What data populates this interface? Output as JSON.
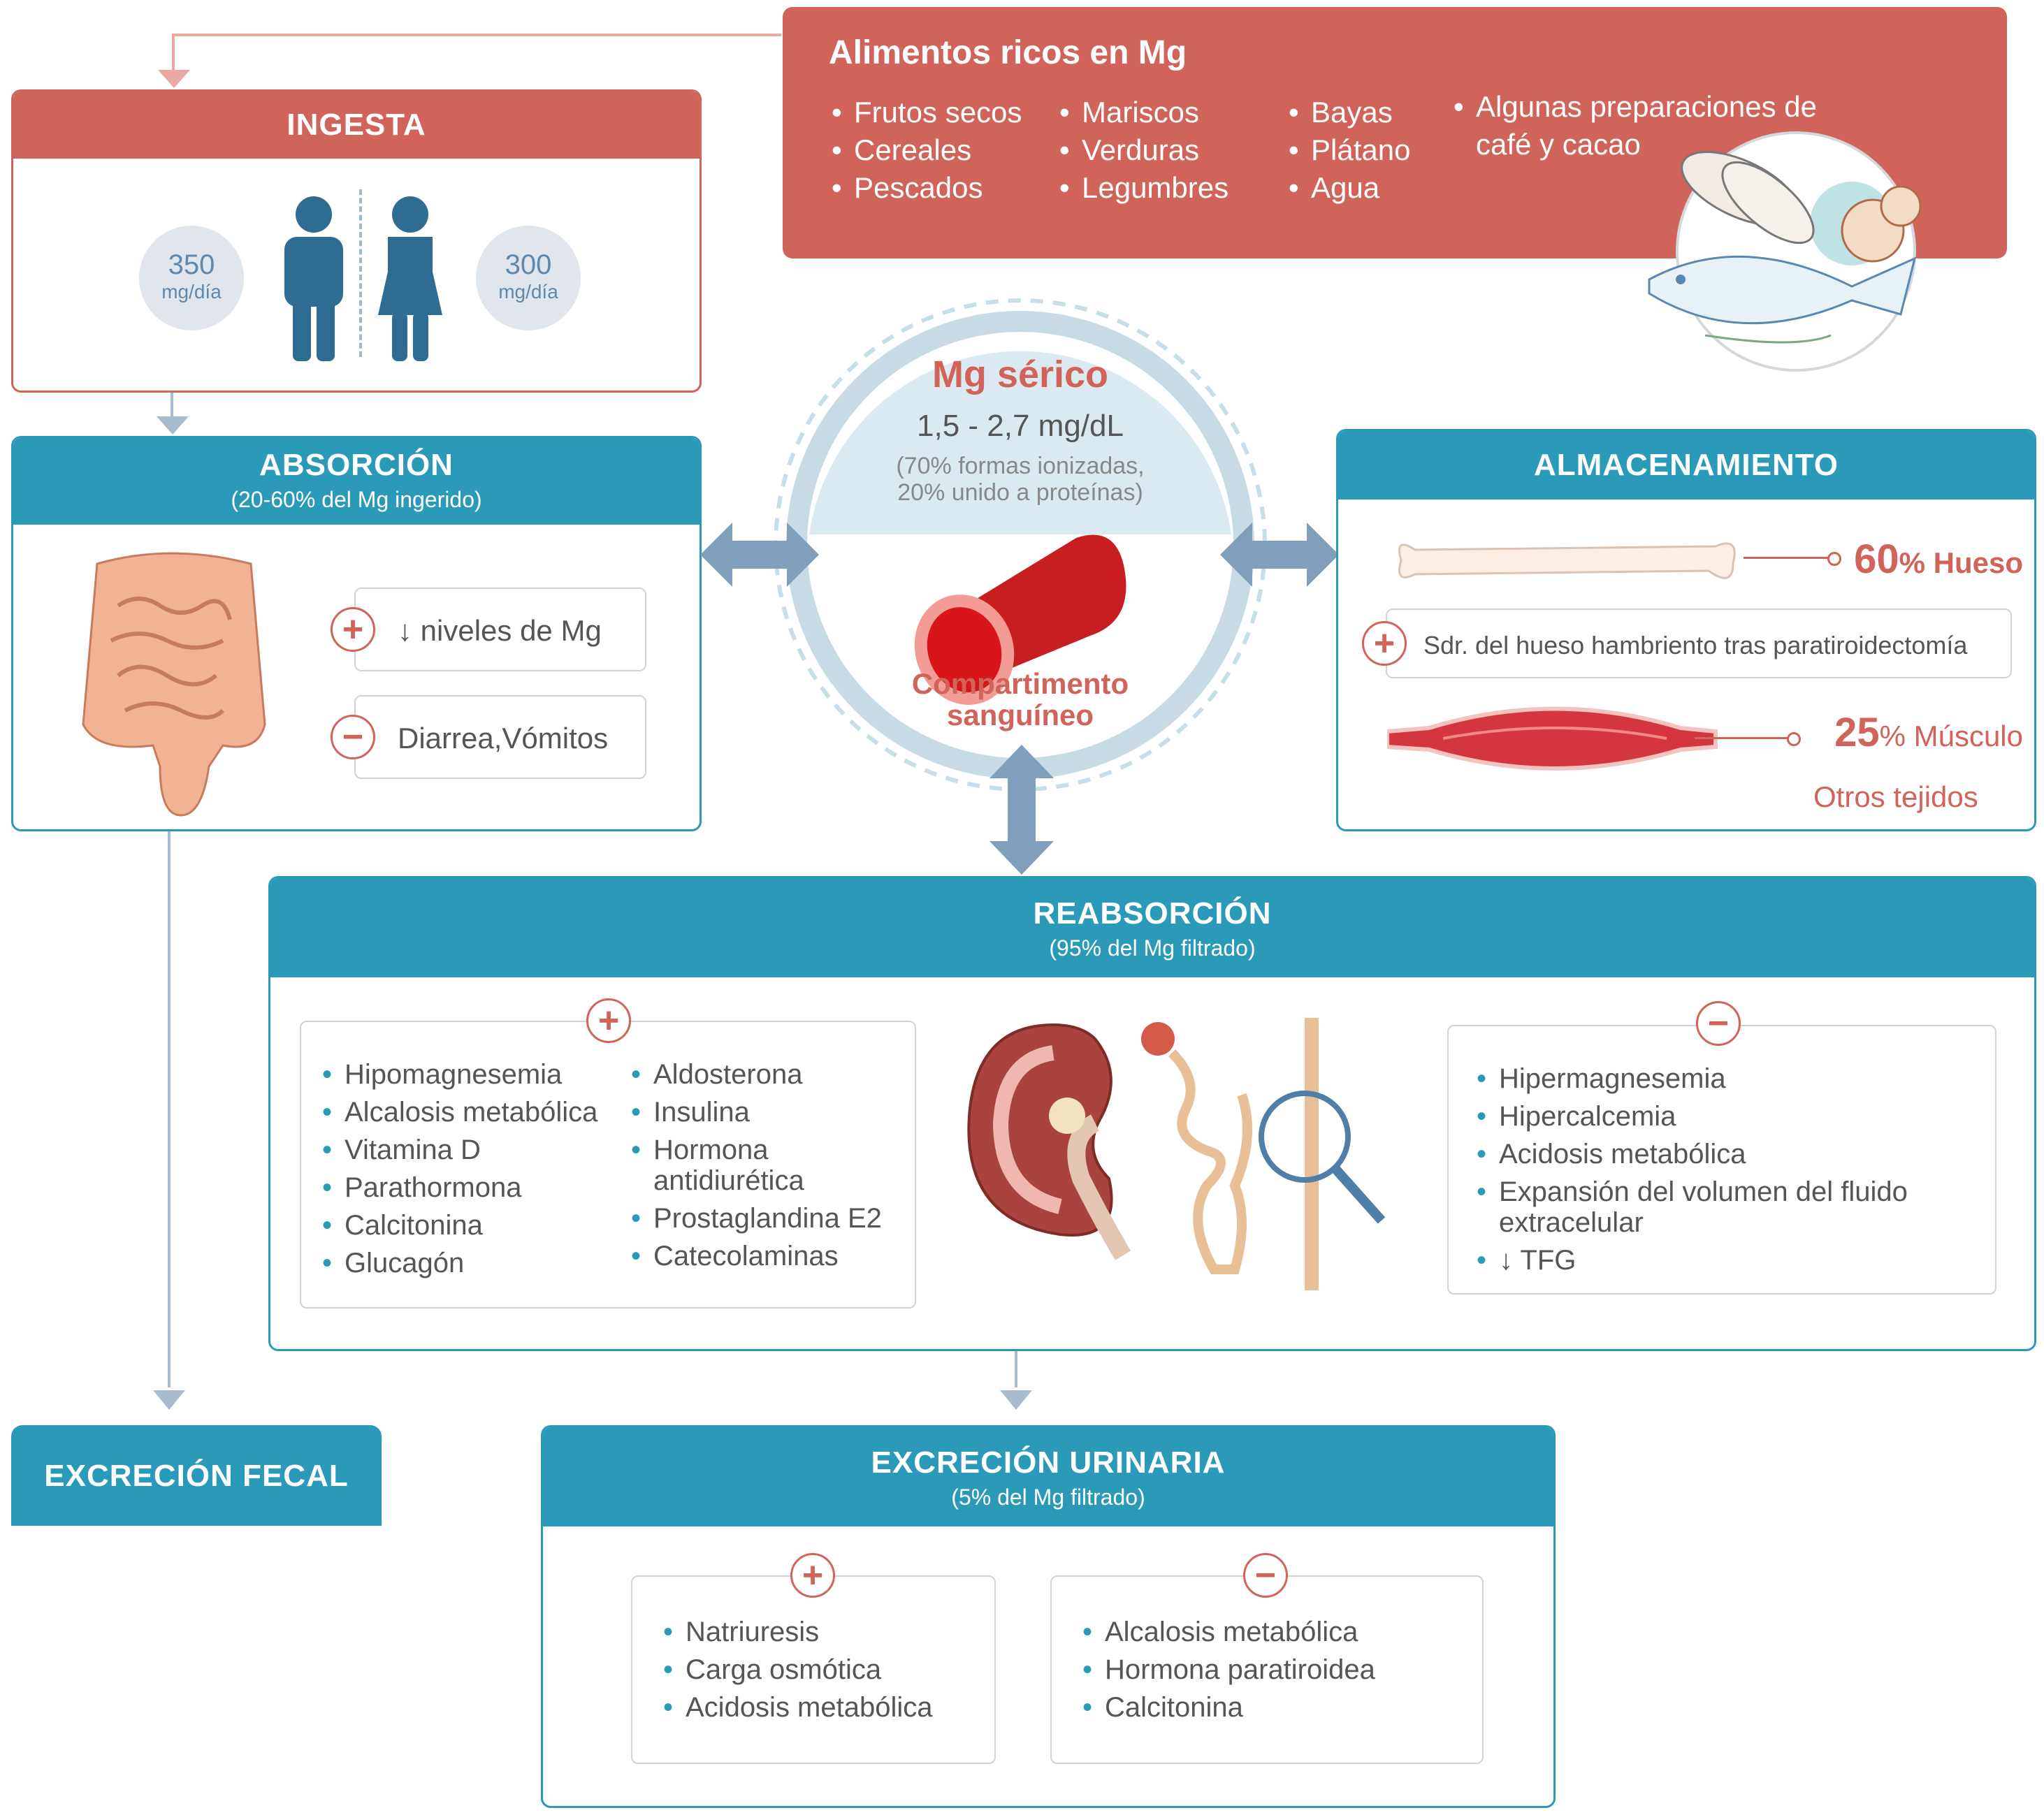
{
  "foods": {
    "title": "Alimentos ricos en Mg",
    "col1": [
      "Frutos secos",
      "Cereales",
      "Pescados"
    ],
    "col2": [
      "Mariscos",
      "Verduras",
      "Legumbres"
    ],
    "col3": [
      "Bayas",
      "Plátano",
      "Agua"
    ],
    "col4": [
      "Algunas preparaciones de café y cacao"
    ]
  },
  "ingesta": {
    "title": "INGESTA",
    "male_value": "350",
    "female_value": "300",
    "unit": "mg/día"
  },
  "absorcion": {
    "title": "ABSORCIÓN",
    "subtitle": "(20-60% del Mg ingerido)",
    "plus_item": "↓ niveles de Mg",
    "minus_item": "Diarrea,Vómitos"
  },
  "serum": {
    "title": "Mg sérico",
    "range": "1,5 - 2,7 mg/dL",
    "note1": "(70% formas ionizadas,",
    "note2": "20% unido a proteínas)",
    "compartment1": "Compartimento",
    "compartment2": "sanguíneo"
  },
  "almacenamiento": {
    "title": "ALMACENAMIENTO",
    "bone_pct": "60",
    "bone_label": "% Hueso",
    "bone_note": "Sdr. del hueso hambriento tras paratiroidectomía",
    "muscle_pct": "25",
    "muscle_label": "% Músculo",
    "other": "Otros tejidos"
  },
  "reabsorcion": {
    "title": "REABSORCIÓN",
    "subtitle": "(95% del Mg filtrado)",
    "plus_col1": [
      "Hipomagnesemia",
      "Alcalosis metabólica",
      "Vitamina D",
      "Parathormona",
      "Calcitonina",
      "Glucagón"
    ],
    "plus_col2": [
      "Aldosterona",
      "Insulina",
      "Hormona antidiurética",
      "Prostaglandina E2",
      "Catecolaminas"
    ],
    "minus": [
      "Hipermagnesemia",
      "Hipercalcemia",
      "Acidosis metabólica",
      "Expansión del volumen del fluido extracelular",
      "↓ TFG"
    ]
  },
  "fecal": {
    "title": "EXCRECIÓN FECAL"
  },
  "urinaria": {
    "title": "EXCRECIÓN URINARIA",
    "subtitle": "(5% del Mg filtrado)",
    "plus": [
      "Natriuresis",
      "Carga osmótica",
      "Acidosis metabólica"
    ],
    "minus": [
      "Alcalosis metabólica",
      "Hormona paratiroidea",
      "Calcitonina"
    ]
  },
  "signs": {
    "plus": "+",
    "minus": "−"
  },
  "colors": {
    "teal": "#2b9ab8",
    "coral": "#d0635a",
    "arrow": "#7f9fbc",
    "line": "#a8bccd"
  }
}
